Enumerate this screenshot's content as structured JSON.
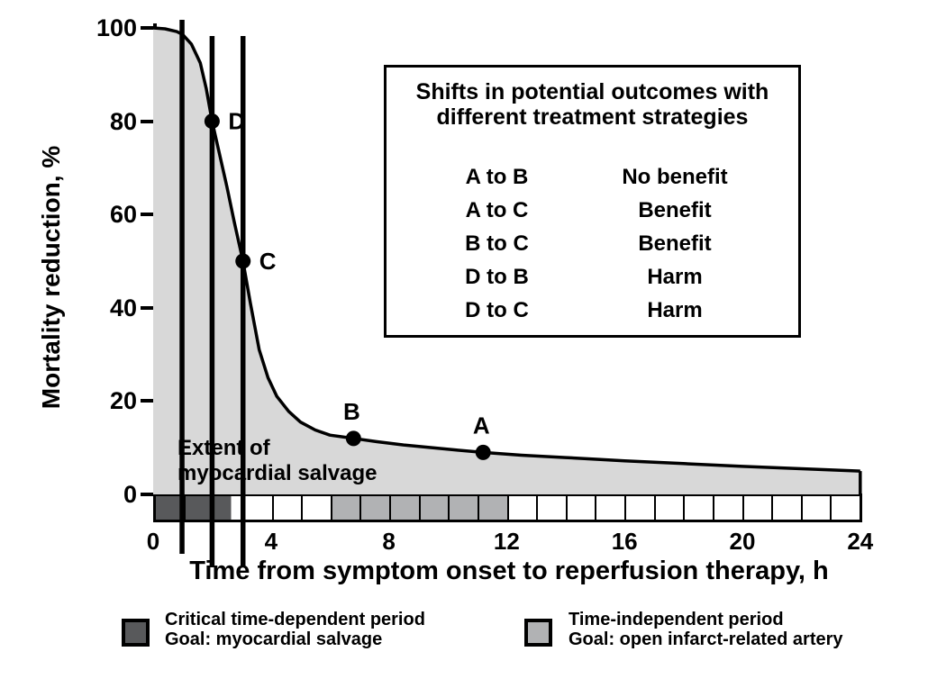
{
  "colors": {
    "area_fill": "#d8d8d8",
    "dark_period": "#58595b",
    "gray_period": "#b1b2b4",
    "band_white": "#ffffff",
    "ink": "#000000"
  },
  "y_axis": {
    "label": "Mortality reduction, %"
  },
  "x_axis": {
    "label": "Time from symptom onset to reperfusion therapy, h"
  },
  "outcome_box": {
    "title": [
      "Shifts in potential outcomes with",
      "different treatment strategies"
    ],
    "rows": [
      {
        "shift": "A to B",
        "outcome": "No benefit"
      },
      {
        "shift": "A to C",
        "outcome": "Benefit"
      },
      {
        "shift": "B to C",
        "outcome": "Benefit"
      },
      {
        "shift": "D to B",
        "outcome": "Harm"
      },
      {
        "shift": "D to C",
        "outcome": "Harm"
      }
    ]
  },
  "bottom_legend": [
    {
      "swatch": "dark",
      "lines": [
        "Critical time-dependent period",
        "Goal: myocardial salvage"
      ]
    },
    {
      "swatch": "gray",
      "lines": [
        "Time-independent period",
        "Goal: open infarct-related artery"
      ]
    }
  ],
  "chart_data": {
    "type": "area",
    "title": "",
    "xlabel": "Time from symptom onset to reperfusion therapy, h",
    "ylabel": "Mortality reduction, %",
    "xlim": [
      0,
      24
    ],
    "ylim": [
      0,
      100
    ],
    "x_ticks": [
      0,
      4,
      8,
      12,
      16,
      20,
      24
    ],
    "y_ticks": [
      100,
      80,
      60,
      40,
      20,
      0
    ],
    "grid": false,
    "legend_position": "upper-right-box",
    "curve": {
      "name": "mortality-reduction-vs-time",
      "x": [
        0,
        0.4,
        0.8,
        1.0,
        1.3,
        1.6,
        1.8,
        2.0,
        2.25,
        2.5,
        2.75,
        3.05,
        3.3,
        3.6,
        3.9,
        4.2,
        4.6,
        5.0,
        5.5,
        6.0,
        6.8,
        7.6,
        8.5,
        9.5,
        10.3,
        11.2,
        12.5,
        14,
        16,
        18,
        20,
        22,
        24
      ],
      "y": [
        100,
        99.8,
        99.2,
        98.6,
        96.5,
        92.5,
        87,
        80,
        73,
        66,
        58.5,
        50,
        41,
        31,
        25,
        21,
        17.8,
        15.5,
        13.8,
        12.7,
        12,
        11.3,
        10.6,
        10,
        9.5,
        9,
        8.4,
        7.9,
        7.2,
        6.6,
        6.0,
        5.5,
        5
      ]
    },
    "points": [
      {
        "label": "D",
        "x": 2.0,
        "y": 80,
        "label_side": "right"
      },
      {
        "label": "C",
        "x": 3.05,
        "y": 50,
        "label_side": "right"
      },
      {
        "label": "B",
        "x": 6.8,
        "y": 12,
        "label_side": "above"
      },
      {
        "label": "A",
        "x": 11.2,
        "y": 9,
        "label_side": "above"
      }
    ],
    "vertical_lines": [
      {
        "x": 0.98
      },
      {
        "x": 2.0
      },
      {
        "x": 3.05
      }
    ],
    "area_annotation": [
      "Extent of",
      "myocardial salvage"
    ],
    "time_band": {
      "cell_width_hours": 1,
      "total_hours": 24,
      "segments": [
        {
          "from": 0,
          "to": 2.6,
          "style": "dark"
        },
        {
          "from": 2.6,
          "to": 6,
          "style": "white"
        },
        {
          "from": 6,
          "to": 12,
          "style": "gray"
        },
        {
          "from": 12,
          "to": 24,
          "style": "white"
        }
      ]
    }
  }
}
